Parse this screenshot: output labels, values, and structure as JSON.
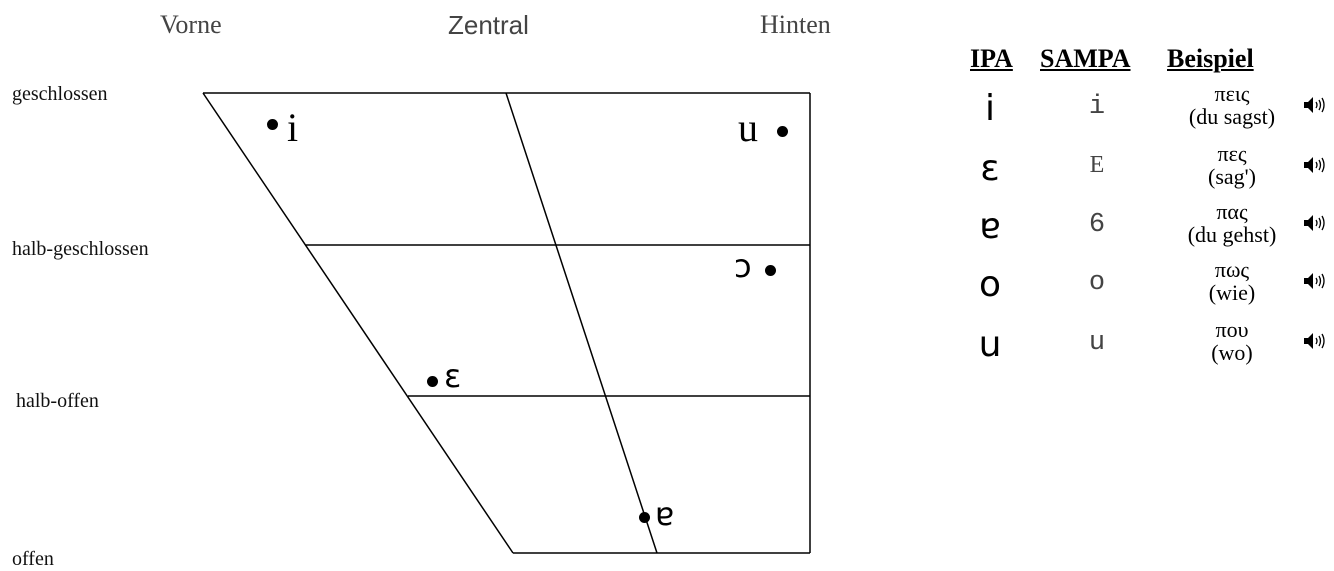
{
  "columns": {
    "front": "Vorne",
    "central": "Zentral",
    "back": "Hinten"
  },
  "heights": {
    "close": "geschlossen",
    "close_mid": "halb-geschlossen",
    "open_mid": "halb-offen",
    "open": "offen"
  },
  "chart_vowels": {
    "i": "i",
    "u": "u",
    "o": "ɔ",
    "e": "ɛ",
    "a": "ɐ"
  },
  "table": {
    "headers": {
      "ipa": "IPA",
      "sampa": "SAMPA",
      "example": "Beispiel"
    },
    "rows": [
      {
        "ipa": "i",
        "sampa": "i",
        "word": "πεις",
        "gloss": "(du sagst)",
        "icon": "speaker-icon"
      },
      {
        "ipa": "ɛ",
        "sampa": "E",
        "word": "πες",
        "gloss": "(sag')",
        "icon": "speaker-icon"
      },
      {
        "ipa": "ɐ",
        "sampa": "6",
        "word": "πας",
        "gloss": "(du gehst)",
        "icon": "speaker-icon"
      },
      {
        "ipa": "o",
        "sampa": "o",
        "word": "πως",
        "gloss": "(wie)",
        "icon": "speaker-icon"
      },
      {
        "ipa": "u",
        "sampa": "u",
        "word": "που",
        "gloss": "(wo)",
        "icon": "speaker-icon"
      }
    ]
  }
}
